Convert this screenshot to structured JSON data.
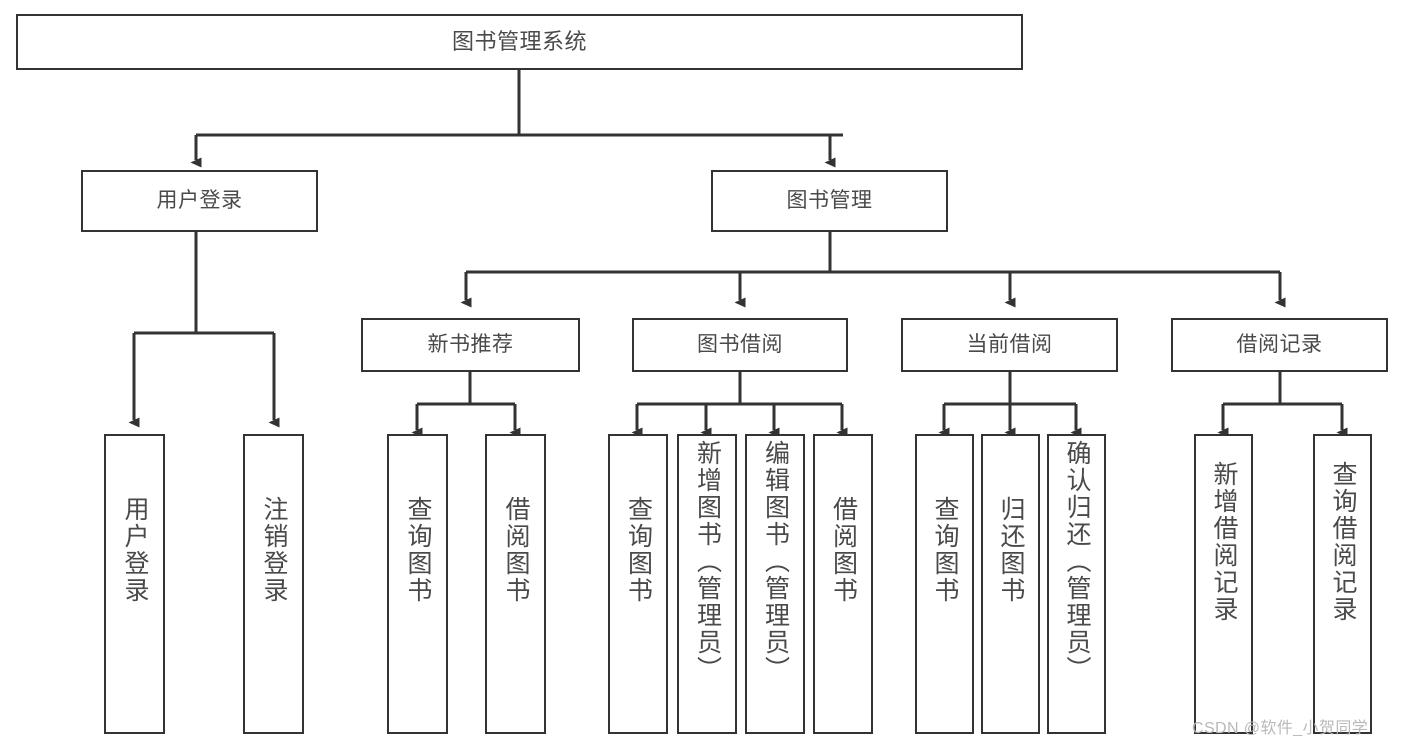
{
  "diagram": {
    "type": "tree-hierarchy-chart",
    "title": "图书管理系统",
    "colors": {
      "box_border": "#333333",
      "box_fill": "#ffffff",
      "text": "#4a4a4a",
      "connector": "#333333",
      "watermark": "#b9b9b9",
      "background": "#ffffff"
    },
    "nodes": {
      "root": {
        "label": "图书管理系统"
      },
      "level2": [
        {
          "label": "用户登录"
        },
        {
          "label": "图书管理"
        }
      ],
      "level3": [
        {
          "label": "新书推荐"
        },
        {
          "label": "图书借阅"
        },
        {
          "label": "当前借阅"
        },
        {
          "label": "借阅记录"
        }
      ],
      "leaves_user_login": [
        {
          "label": "用户登录"
        },
        {
          "label": "注销登录"
        }
      ],
      "leaves_new_book": [
        {
          "label": "查询图书"
        },
        {
          "label": "借阅图书"
        }
      ],
      "leaves_book_borrow": [
        {
          "label": "查询图书"
        },
        {
          "label": "新增图书（管理员）"
        },
        {
          "label": "编辑图书（管理员）"
        },
        {
          "label": "借阅图书"
        }
      ],
      "leaves_current_borrow": [
        {
          "label": "查询图书"
        },
        {
          "label": "归还图书"
        },
        {
          "label": "确认归还（管理员）"
        }
      ],
      "leaves_borrow_record": [
        {
          "label": "新增借阅记录"
        },
        {
          "label": "查询借阅记录"
        }
      ]
    },
    "watermark": "CSDN @软件_小贺同学"
  }
}
